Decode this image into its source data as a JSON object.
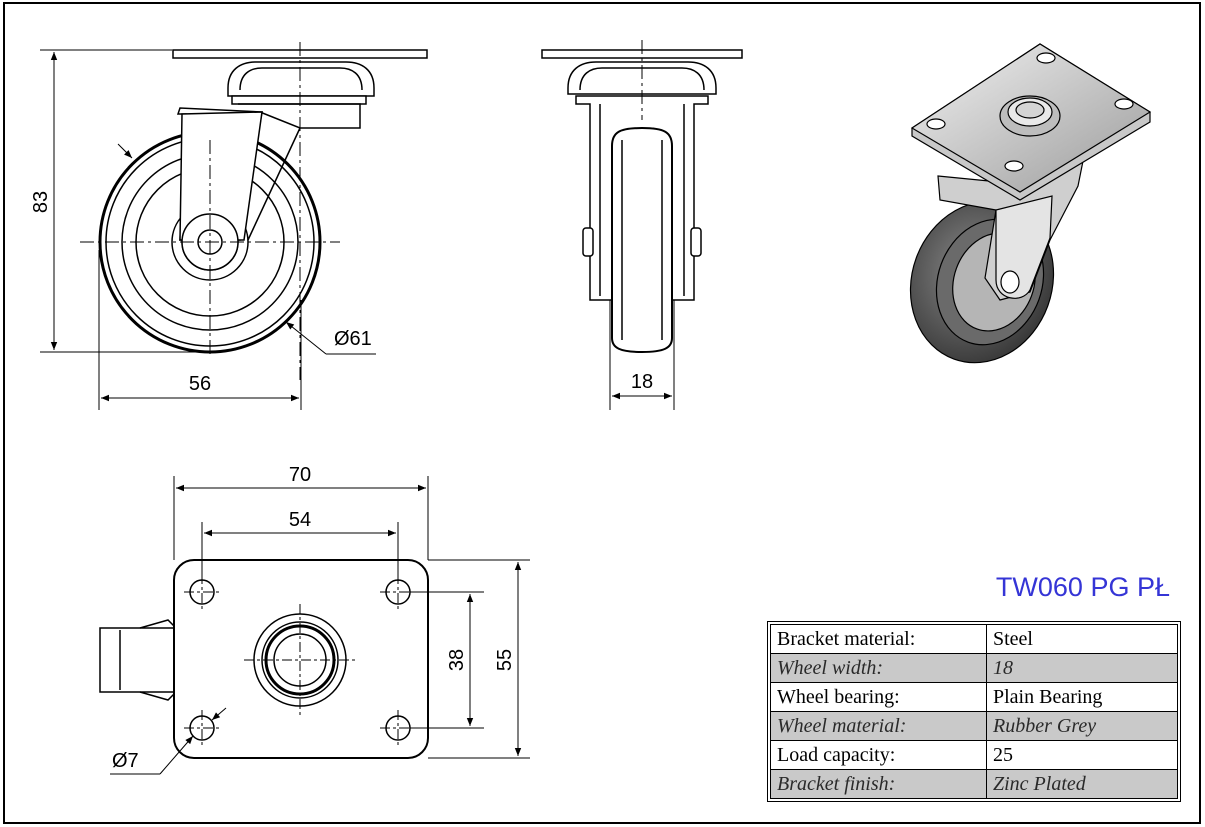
{
  "drawing": {
    "title": "TW060 PG PŁ",
    "dimensions": {
      "height": "83",
      "wheel_diameter": "Ø61",
      "offset_width": "56",
      "wheel_width": "18",
      "plate_length": "70",
      "bolt_spacing_length": "54",
      "bolt_spacing_width": "38",
      "plate_width": "55",
      "hole_diameter": "Ø7"
    }
  },
  "specs": [
    {
      "label": "Bracket material:",
      "value": "Steel"
    },
    {
      "label": "Wheel width:",
      "value": "18"
    },
    {
      "label": "Wheel bearing:",
      "value": "Plain Bearing"
    },
    {
      "label": "Wheel material:",
      "value": "Rubber Grey"
    },
    {
      "label": "Load capacity:",
      "value": "25"
    },
    {
      "label": "Bracket finish:",
      "value": "Zinc Plated"
    }
  ],
  "colors": {
    "title": "#3535d6",
    "table_alt_row": "#c9c9c9",
    "line": "#000000"
  }
}
